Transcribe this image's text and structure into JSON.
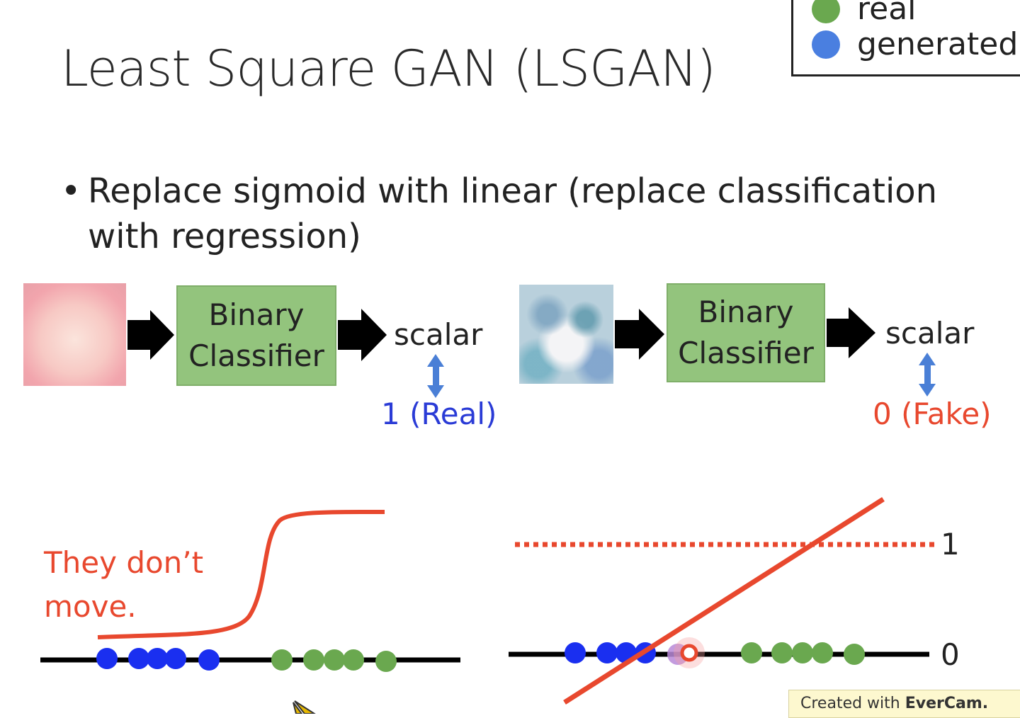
{
  "slide": {
    "title": "Least Square GAN (LSGAN)",
    "bullet": "Replace sigmoid with linear (replace classification with regression)",
    "bullet_symbol": "•"
  },
  "legend": {
    "items": [
      {
        "label": "real",
        "color": "#6aa84f"
      },
      {
        "label": "generated",
        "color": "#4a7fe0"
      }
    ]
  },
  "diagram_left": {
    "classifier_label": "Binary Classifier",
    "output_label": "scalar",
    "target_label": "1 (Real)",
    "target_color": "#2a3bd6"
  },
  "diagram_right": {
    "classifier_label": "Binary Classifier",
    "output_label": "scalar",
    "target_label": "0 (Fake)",
    "target_color": "#e8482e"
  },
  "bottom_left": {
    "annotation": "They don’t move."
  },
  "bottom_right": {
    "level_1_label": "1",
    "level_0_label": "0"
  },
  "watermark": {
    "prefix": "Created with",
    "brand": "EverCam."
  },
  "colors": {
    "real_dot": "#6aa84f",
    "generated_dot": "#1a2ff0",
    "curve": "#e8482e",
    "classifier_fill": "#93c47d",
    "arrow_blue": "#4a7fd6"
  }
}
